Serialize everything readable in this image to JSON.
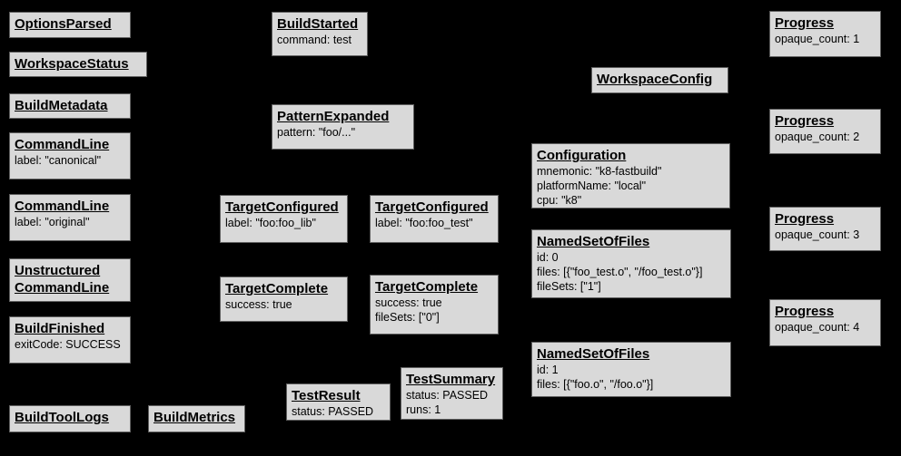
{
  "diagram": {
    "background_color": "#000000",
    "node_fill_color": "#d9d9d9",
    "node_border_color": "#606060",
    "text_color": "#000000"
  },
  "nodes": [
    {
      "title": "OptionsParsed",
      "body": ""
    },
    {
      "title": "WorkspaceStatus",
      "body": ""
    },
    {
      "title": "BuildMetadata",
      "body": ""
    },
    {
      "title": "CommandLine",
      "body": "label: \"canonical\""
    },
    {
      "title": "CommandLine",
      "body": "label: \"original\""
    },
    {
      "title": "Unstructured\nCommandLine",
      "body": ""
    },
    {
      "title": "BuildFinished",
      "body": "exitCode: SUCCESS"
    },
    {
      "title": "BuildToolLogs",
      "body": ""
    },
    {
      "title": "BuildMetrics",
      "body": ""
    },
    {
      "title": "BuildStarted",
      "body": "command: test"
    },
    {
      "title": "PatternExpanded",
      "body": "pattern: \"foo/...\""
    },
    {
      "title": "TargetConfigured",
      "body": "label: \"foo:foo_lib\""
    },
    {
      "title": "TargetConfigured",
      "body": "label: \"foo:foo_test\""
    },
    {
      "title": "TargetComplete",
      "body": "success: true"
    },
    {
      "title": "TargetComplete",
      "body": "success: true\nfileSets: [\"0\"]"
    },
    {
      "title": "TestResult",
      "body": "status: PASSED"
    },
    {
      "title": "TestSummary",
      "body": "status: PASSED\nruns: 1"
    },
    {
      "title": "WorkspaceConfig",
      "body": ""
    },
    {
      "title": "Configuration",
      "body": "mnemonic: \"k8-fastbuild\"\nplatformName: \"local\"\ncpu: \"k8\""
    },
    {
      "title": "NamedSetOfFiles",
      "body": "id: 0\nfiles: [{\"foo_test.o\", \"/foo_test.o\"}]\nfileSets: [\"1\"]"
    },
    {
      "title": "NamedSetOfFiles",
      "body": "id: 1\nfiles: [{\"foo.o\", \"/foo.o\"}]"
    },
    {
      "title": "Progress",
      "body": "opaque_count: 1"
    },
    {
      "title": "Progress",
      "body": "opaque_count: 2"
    },
    {
      "title": "Progress",
      "body": "opaque_count: 3"
    },
    {
      "title": "Progress",
      "body": "opaque_count: 4"
    }
  ]
}
